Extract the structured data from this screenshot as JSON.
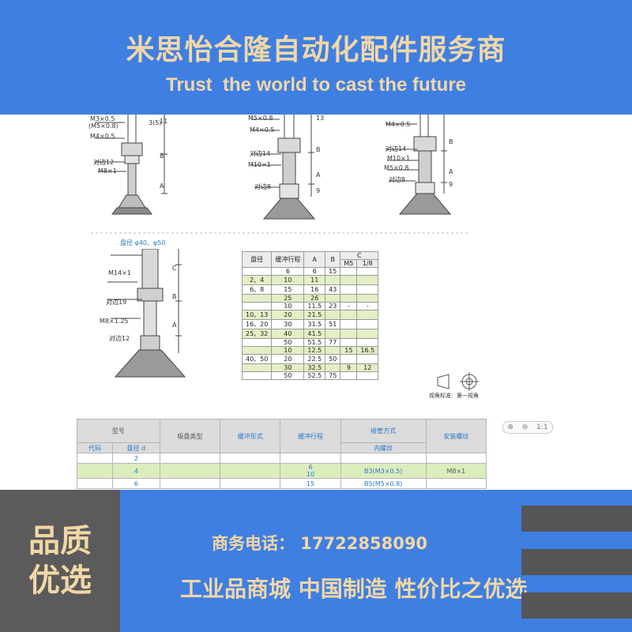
{
  "header": {
    "company": "米思怡合隆自动化配件服务商",
    "slogan": "Trust  the world to cast the future"
  },
  "document": {
    "drawing1": {
      "labels": [
        "M3×0.5",
        "(M5×0.8)",
        "M4×0.5",
        "对边12",
        "M8×1",
        "3(5)",
        "11",
        "B",
        "A"
      ]
    },
    "drawing2": {
      "labels": [
        "M5×0.8",
        "M4×0.5",
        "对边14",
        "M10×1",
        "对边8",
        "13",
        "B",
        "A",
        "9"
      ]
    },
    "drawing3": {
      "labels": [
        "M4×0.5",
        "对边14",
        "M10×1",
        "M5×0.8",
        "对边8",
        "B",
        "A",
        "9"
      ]
    },
    "drawing4": {
      "title": "盘径 φ40、φ50",
      "labels": [
        "M14×1",
        "对边19",
        "M8×1.25",
        "对边12",
        "C",
        "B",
        "A"
      ]
    },
    "spec_table": {
      "headers": [
        "盘径",
        "缓冲行程",
        "A",
        "B",
        "C"
      ],
      "sub_headers": [
        "M5",
        "1/8"
      ],
      "rows": [
        [
          "",
          "6",
          "6",
          "15",
          "",
          ""
        ],
        [
          "2、4",
          "10",
          "11",
          "",
          "",
          ""
        ],
        [
          "6、8",
          "15",
          "16",
          "43",
          "",
          ""
        ],
        [
          "",
          "25",
          "26",
          "",
          "",
          ""
        ],
        [
          "",
          "10",
          "11.5",
          "23",
          "-",
          "-"
        ],
        [
          "10、13",
          "20",
          "21.5",
          "",
          "",
          ""
        ],
        [
          "16、20",
          "30",
          "31.5",
          "51",
          "",
          ""
        ],
        [
          "25、32",
          "40",
          "41.5",
          "",
          "",
          ""
        ],
        [
          "",
          "50",
          "51.5",
          "77",
          "",
          ""
        ],
        [
          "",
          "10",
          "12.5",
          "",
          "15",
          "16.5"
        ],
        [
          "40、50",
          "20",
          "22.5",
          "50",
          "",
          ""
        ],
        [
          "",
          "30",
          "32.5",
          "",
          "9",
          "12"
        ],
        [
          "",
          "50",
          "52.5",
          "75",
          "",
          ""
        ]
      ]
    },
    "view_note": "视角标准：第一视角",
    "zoom": {
      "zoom_in": "⊕",
      "zoom_out": "⊖",
      "ratio": "1:1"
    },
    "model_table": {
      "headers": [
        "型号",
        "吸盘类型",
        "缓冲形式",
        "缓冲行程",
        "接管方式",
        "安装螺纹"
      ],
      "sub_headers": [
        "代码",
        "盘径",
        "内螺纹"
      ],
      "disk_diameter_sub": "d",
      "rows": [
        {
          "diameter": "2",
          "stroke": "",
          "connection": "",
          "thread": ""
        },
        {
          "diameter": "4",
          "stroke": "6\n10",
          "connection": "B3(M3×0.5)",
          "thread": "M8×1"
        },
        {
          "diameter": "6",
          "stroke": "15",
          "connection": "B5(M5×0.8)",
          "thread": ""
        }
      ]
    }
  },
  "footer": {
    "quality": [
      "品质",
      "优选"
    ],
    "phone": "商务电话：  17722858090",
    "tagline": "工业品商城 中国制造 性价比之优选"
  },
  "colors": {
    "banner_blue": "#3f7fe2",
    "gold_text": "#f2d7a6",
    "dark_gray": "#5b5b5b",
    "table_green": "#e3efc4",
    "label_blue": "#2a78c7"
  }
}
